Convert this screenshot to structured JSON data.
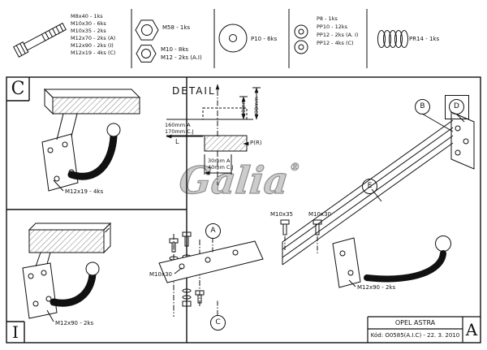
{
  "parts_list": {
    "bolt_items": [
      "M8x40 - 1ks",
      "M10x30 - 6ks",
      "M10x35 - 2ks",
      "M12x70 - 2ks (A)",
      "M12x90 - 2ks (I)",
      "M12x19 - 4ks (C)"
    ],
    "nut_top": "M58 - 1ks",
    "nut_bottom": [
      "M10 - 8ks",
      "M12 - 2ks (A.I)"
    ],
    "washer_large": "P10 - 6ks",
    "washer_small_items": [
      "P8 - 1ks",
      "PP10 - 12ks",
      "PP12 - 2ks (A. I)",
      "PP12 - 4ks (C)"
    ],
    "spring": "PR14 - 1ks"
  },
  "panel_letters": {
    "top_left": "C",
    "bottom_left": "I",
    "bottom_right": "A"
  },
  "detail": {
    "title": "DETAIL",
    "dim_160": "160mm A",
    "dim_170": "170mm C.J",
    "dim_40v": "40mm",
    "dim_90v": "90mm",
    "label_l": "L",
    "label_pr": "P(R)",
    "dim_30": "30mm A",
    "dim_40b": "40mm C.J"
  },
  "annotations": {
    "left_top": "M12x19 - 4ks",
    "left_bottom": "M12x90 - 2ks",
    "asm_m10x35": "M10x35",
    "asm_m10x30_top": "M10x30",
    "asm_m10x30_bottom": "M10x30",
    "asm_m12x90": "M12x90 - 2ks"
  },
  "callouts": {
    "a": "A",
    "b": "B",
    "c": "C",
    "d": "D",
    "e": "E"
  },
  "logo": {
    "text": "Galia",
    "reg": "®"
  },
  "title_block": {
    "model": "OPEL ASTRA",
    "code": "Kód: O0585(A.I.C) - 22. 3. 2010"
  }
}
